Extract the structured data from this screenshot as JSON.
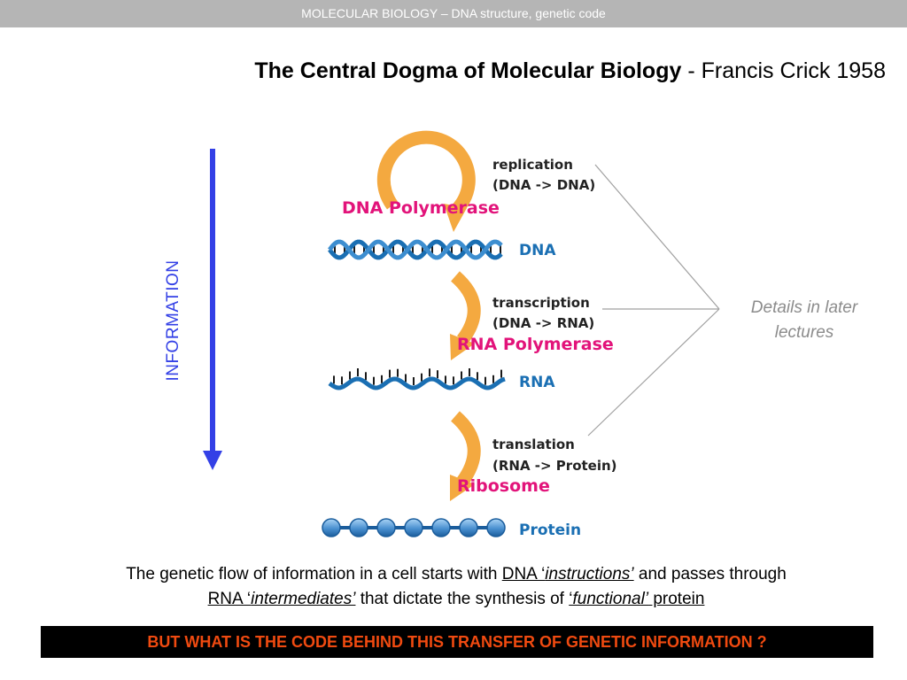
{
  "header": {
    "bar_text": "MOLECULAR BIOLOGY  –  DNA structure, genetic code"
  },
  "title": {
    "main": "The Central Dogma of Molecular Biology",
    "attribution": " - Francis Crick 1958"
  },
  "information_axis": {
    "label": "INFORMATION",
    "color": "#3340e6"
  },
  "diagram": {
    "replication": {
      "line1": "replication",
      "line2": "(DNA -> DNA)",
      "enzyme": "DNA Polymerase"
    },
    "dna": {
      "label": "DNA"
    },
    "transcription": {
      "line1": "transcription",
      "line2": "(DNA -> RNA)",
      "enzyme": "RNA Polymerase"
    },
    "rna": {
      "label": "RNA"
    },
    "translation": {
      "line1": "translation",
      "line2": "(RNA -> Protein)",
      "enzyme": "Ribosome"
    },
    "protein": {
      "label": "Protein"
    },
    "colors": {
      "arrow_orange": "#f4a940",
      "enzyme_pink": "#e2137a",
      "molecule_blue": "#1a6fb3"
    }
  },
  "side_note": {
    "line1": "Details in later",
    "line2": "lectures"
  },
  "caption": {
    "part1": "The genetic flow of information in a cell starts with ",
    "dna_prefix": "DNA ‘",
    "instructions": "instructions’",
    "part2": " and passes through",
    "rna_prefix": "RNA ‘",
    "intermediates": "intermediates’",
    "part3": " that dictate the synthesis of ",
    "functional_quote": "‘",
    "functional": "functional’",
    "protein": " protein"
  },
  "banner": {
    "text": "BUT WHAT IS THE CODE BEHIND THIS TRANSFER OF GENETIC INFORMATION ?"
  }
}
